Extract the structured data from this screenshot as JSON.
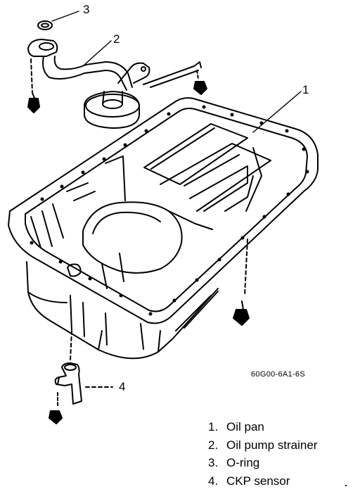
{
  "callouts": {
    "c1": "1",
    "c2": "2",
    "c3": "3",
    "c4": "4"
  },
  "figure_code": "60G00-6A1-6S",
  "legend": [
    {
      "num": "1.",
      "label": "Oil pan"
    },
    {
      "num": "2.",
      "label": "Oil pump strainer"
    },
    {
      "num": "3.",
      "label": "O-ring"
    },
    {
      "num": "4.",
      "label": "CKP sensor"
    }
  ],
  "colors": {
    "ink": "#000000",
    "paper": "#ffffff"
  }
}
